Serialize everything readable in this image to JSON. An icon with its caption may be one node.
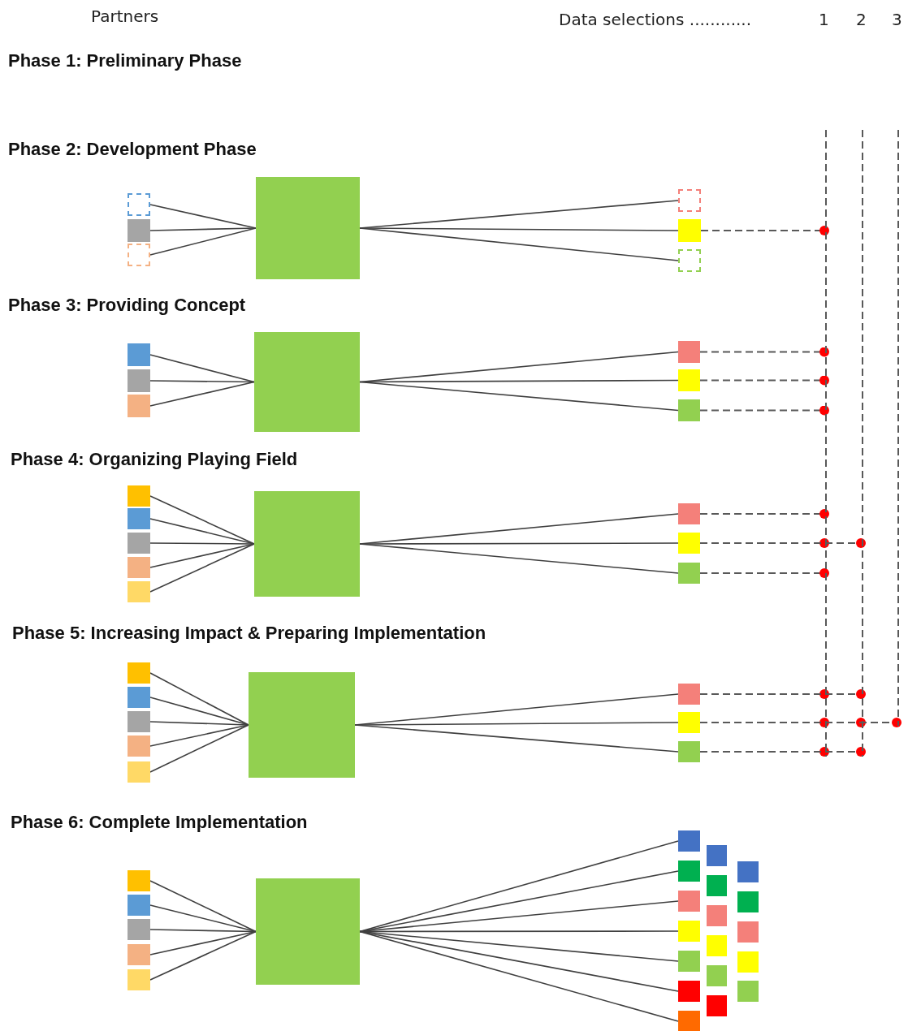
{
  "diagram": {
    "nodes": [
      {
        "text": [],
        "shape": "box"
      },
      {
        "text": [],
        "shape": "box"
      },
      {
        "text": [],
        "shape": "box"
      },
      {
        "text": [],
        "shape": "box"
      },
      {
        "text": [],
        "shape": "box"
      },
      {
        "text": [],
        "shape": "box"
      },
      {
        "text": [],
        "shape": "box"
      },
      {
        "text": [],
        "shape": "box"
      },
      {
        "text": [],
        "shape": "box"
      },
      {
        "text": [],
        "shape": "box"
      },
      {
        "text": [],
        "shape": "box"
      },
      {
        "text": [],
        "shape": "box"
      },
      {
        "text": [],
        "shape": "box"
      },
      {
        "text": [],
        "shape": "box"
      },
      {
        "text": [],
        "shape": "box"
      },
      {
        "text": [],
        "shape": "box"
      },
      {
        "text": [],
        "shape": "box"
      },
      {
        "text": [],
        "shape": "box"
      },
      {
        "text": [],
        "shape": "box"
      },
      {
        "text": [],
        "shape": "box"
      },
      {
        "text": [],
        "shape": "box"
      },
      {
        "text": [],
        "shape": "box"
      },
      {
        "text": [],
        "shape": "box"
      },
      {
        "text": [],
        "shape": "box"
      },
      {
        "text": [],
        "shape": "box"
      },
      {
        "text": [],
        "shape": "box"
      },
      {
        "text": [],
        "shape": "box"
      },
      {
        "text": [],
        "shape": "box"
      },
      {
        "text": [],
        "shape": "box"
      },
      {
        "text": [],
        "shape": "box"
      },
      {
        "text": [],
        "shape": "box"
      },
      {
        "text": [],
        "shape": "box"
      },
      {
        "text": [],
        "shape": "box"
      },
      {
        "text": [],
        "shape": "box"
      },
      {
        "text": [],
        "shape": "box"
      },
      {
        "text": [],
        "shape": "box"
      },
      {
        "text": [],
        "shape": "box"
      },
      {
        "text": [],
        "shape": "box"
      },
      {
        "text": [],
        "shape": "box"
      },
      {
        "text": [],
        "shape": "box"
      },
      {
        "text": [],
        "shape": "box"
      },
      {
        "text": [],
        "shape": "box"
      },
      {
        "text": [],
        "shape": "box"
      },
      {
        "text": [],
        "shape": "box"
      },
      {
        "text": [],
        "shape": "box"
      },
      {
        "text": [],
        "shape": "box"
      },
      {
        "text": [],
        "shape": "box"
      },
      {
        "text": [],
        "shape": "box"
      },
      {
        "text": [],
        "shape": "box"
      },
      {
        "text": [],
        "shape": "box"
      },
      {
        "text": [],
        "shape": "box"
      },
      {
        "text": [],
        "shape": "box"
      },
      {
        "text": [],
        "shape": "box"
      },
      {
        "text": [],
        "shape": "box"
      },
      {
        "text": [],
        "shape": "box"
      },
      {
        "text": [],
        "shape": "box"
      },
      {
        "text": [],
        "shape": "line"
      },
      {
        "text": [],
        "shape": "line"
      },
      {
        "text": [],
        "shape": "line"
      }
    ],
    "edges": [
      {
        "from": 0,
        "to": 3,
        "arrow": "none"
      },
      {
        "from": 1,
        "to": 3,
        "arrow": "none"
      },
      {
        "from": 2,
        "to": 3,
        "arrow": "none"
      },
      {
        "from": 3,
        "to": 4,
        "arrow": "none"
      },
      {
        "from": 3,
        "to": 5,
        "arrow": "none"
      },
      {
        "from": 3,
        "to": 6,
        "arrow": "none"
      },
      {
        "from": 5,
        "to": 56,
        "arrow": "other",
        "style": "dashed"
      },
      {
        "from": 7,
        "to": 10,
        "arrow": "none"
      },
      {
        "from": 8,
        "to": 10,
        "arrow": "none"
      },
      {
        "from": 9,
        "to": 10,
        "arrow": "none"
      },
      {
        "from": 10,
        "to": 11,
        "arrow": "none"
      },
      {
        "from": 10,
        "to": 12,
        "arrow": "none"
      },
      {
        "from": 10,
        "to": 13,
        "arrow": "none"
      },
      {
        "from": 11,
        "to": 56,
        "arrow": "other",
        "style": "dashed"
      },
      {
        "from": 12,
        "to": 56,
        "arrow": "other",
        "style": "dashed"
      },
      {
        "from": 13,
        "to": 56,
        "arrow": "other",
        "style": "dashed"
      },
      {
        "from": 14,
        "to": 19,
        "arrow": "none"
      },
      {
        "from": 15,
        "to": 19,
        "arrow": "none"
      },
      {
        "from": 16,
        "to": 19,
        "arrow": "none"
      },
      {
        "from": 17,
        "to": 19,
        "arrow": "none"
      },
      {
        "from": 18,
        "to": 19,
        "arrow": "none"
      },
      {
        "from": 19,
        "to": 20,
        "arrow": "none"
      },
      {
        "from": 19,
        "to": 21,
        "arrow": "none"
      },
      {
        "from": 19,
        "to": 22,
        "arrow": "none"
      },
      {
        "from": 20,
        "to": 56,
        "arrow": "other",
        "style": "dashed"
      },
      {
        "from": 21,
        "to": 56,
        "arrow": "other",
        "style": "dashed"
      },
      {
        "from": 21,
        "to": 57,
        "arrow": "other",
        "style": "dashed"
      },
      {
        "from": 22,
        "to": 56,
        "arrow": "other",
        "style": "dashed"
      },
      {
        "from": 23,
        "to": 28,
        "arrow": "none"
      },
      {
        "from": 24,
        "to": 28,
        "arrow": "none"
      },
      {
        "from": 25,
        "to": 28,
        "arrow": "none"
      },
      {
        "from": 26,
        "to": 28,
        "arrow": "none"
      },
      {
        "from": 27,
        "to": 28,
        "arrow": "none"
      },
      {
        "from": 28,
        "to": 29,
        "arrow": "none"
      },
      {
        "from": 28,
        "to": 30,
        "arrow": "none"
      },
      {
        "from": 28,
        "to": 31,
        "arrow": "none"
      },
      {
        "from": 29,
        "to": 56,
        "arrow": "other",
        "style": "dashed"
      },
      {
        "from": 29,
        "to": 57,
        "arrow": "other",
        "style": "dashed"
      },
      {
        "from": 30,
        "to": 56,
        "arrow": "other",
        "style": "dashed"
      },
      {
        "from": 30,
        "to": 57,
        "arrow": "other",
        "style": "dashed"
      },
      {
        "from": 30,
        "to": 58,
        "arrow": "other",
        "style": "dashed"
      },
      {
        "from": 31,
        "to": 56,
        "arrow": "other",
        "style": "dashed"
      },
      {
        "from": 31,
        "to": 57,
        "arrow": "other",
        "style": "dashed"
      },
      {
        "from": 32,
        "to": 37,
        "arrow": "none"
      },
      {
        "from": 33,
        "to": 37,
        "arrow": "none"
      },
      {
        "from": 34,
        "to": 37,
        "arrow": "none"
      },
      {
        "from": 35,
        "to": 37,
        "arrow": "none"
      },
      {
        "from": 36,
        "to": 37,
        "arrow": "none"
      },
      {
        "from": 37,
        "to": 38,
        "arrow": "none"
      },
      {
        "from": 37,
        "to": 39,
        "arrow": "none"
      },
      {
        "from": 37,
        "to": 40,
        "arrow": "none"
      },
      {
        "from": 37,
        "to": 41,
        "arrow": "none"
      },
      {
        "from": 37,
        "to": 42,
        "arrow": "none"
      },
      {
        "from": 37,
        "to": 43,
        "arrow": "none"
      },
      {
        "from": 37,
        "to": 44,
        "arrow": "none"
      }
    ],
    "labels": [
      "Partners",
      "Data selections ............",
      "1",
      "2",
      "3",
      "Phase 1: Preliminary Phase",
      "Phase 2: Development Phase",
      "Phase 3: Providing Concept",
      "Phase 4: Organizing Playing Field",
      "Phase 5: Increasing Impact & Preparing Implementation",
      "Phase 6: Complete Implementation"
    ]
  }
}
